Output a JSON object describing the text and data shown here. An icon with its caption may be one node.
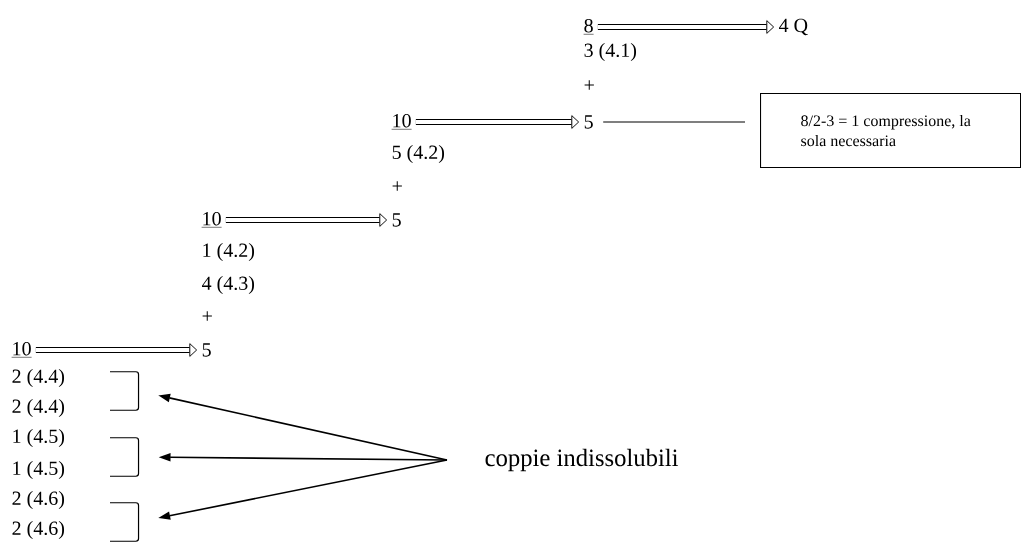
{
  "diagram": {
    "nodes": [
      {
        "text": [
          "8"
        ]
      },
      {
        "text": [
          "4 Q"
        ]
      },
      {
        "text": [
          "5"
        ]
      },
      {
        "text": [
          "8/2-3 = 1 compressione, la sola necessaria"
        ]
      },
      {
        "text": [
          "10"
        ]
      },
      {
        "text": [
          "10"
        ]
      },
      {
        "text": [
          "5"
        ]
      },
      {
        "text": [
          "10"
        ]
      },
      {
        "text": [
          "5"
        ]
      },
      {
        "text": [],
        "shape": "bracket"
      },
      {
        "text": [],
        "shape": "bracket"
      },
      {
        "text": [],
        "shape": "bracket"
      },
      {
        "text": [
          "coppie indissolubili"
        ]
      }
    ],
    "edges": [
      {
        "from": 0,
        "to": 1,
        "arrow": "to",
        "style": "thick"
      },
      {
        "from": 2,
        "to": 3,
        "arrow": "none"
      },
      {
        "from": 4,
        "to": 2,
        "arrow": "to",
        "style": "thick"
      },
      {
        "from": 5,
        "to": 6,
        "arrow": "to",
        "style": "thick"
      },
      {
        "from": 7,
        "to": 8,
        "arrow": "to",
        "style": "thick"
      },
      {
        "from": 12,
        "to": 9,
        "arrow": "to"
      },
      {
        "from": 12,
        "to": 10,
        "arrow": "to"
      },
      {
        "from": 12,
        "to": 11,
        "arrow": "to"
      }
    ],
    "labels": [
      "3 (4.1)",
      "+",
      "5 (4.2)",
      "+",
      "1 (4.2)",
      "4 (4.3)",
      "+",
      "2 (4.4)",
      "2 (4.4)",
      "1 (4.5)",
      "1 (4.5)",
      "2 (4.6)",
      "2 (4.6)"
    ]
  }
}
